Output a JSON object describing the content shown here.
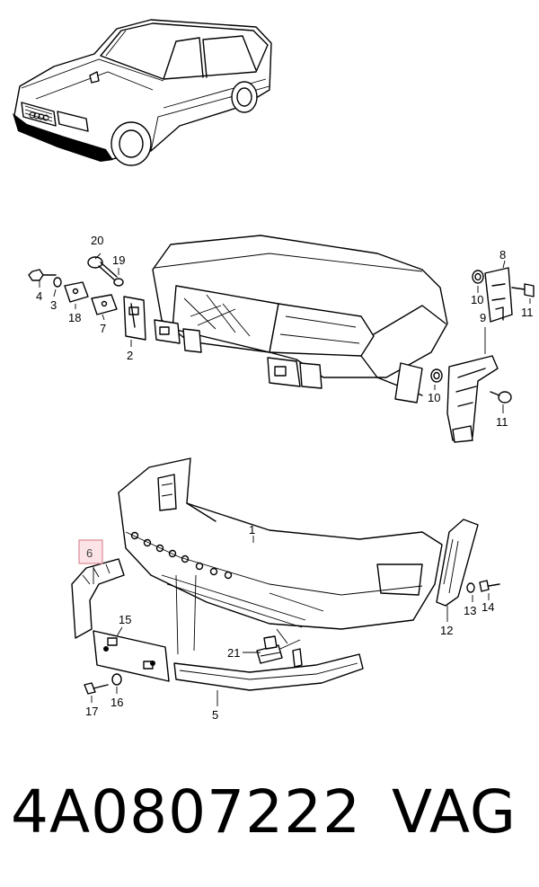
{
  "callouts": [
    {
      "id": "c20",
      "text": "20"
    },
    {
      "id": "c19",
      "text": "19"
    },
    {
      "id": "c4",
      "text": "4"
    },
    {
      "id": "c3",
      "text": "3"
    },
    {
      "id": "c18",
      "text": "18"
    },
    {
      "id": "c7",
      "text": "7"
    },
    {
      "id": "c2",
      "text": "2"
    },
    {
      "id": "c8",
      "text": "8"
    },
    {
      "id": "c10a",
      "text": "10"
    },
    {
      "id": "c11a",
      "text": "11"
    },
    {
      "id": "c9",
      "text": "9"
    },
    {
      "id": "c10b",
      "text": "10"
    },
    {
      "id": "c11b",
      "text": "11"
    },
    {
      "id": "c1",
      "text": "1"
    },
    {
      "id": "c6",
      "text": "6"
    },
    {
      "id": "c15",
      "text": "15"
    },
    {
      "id": "c13",
      "text": "13"
    },
    {
      "id": "c14",
      "text": "14"
    },
    {
      "id": "c12",
      "text": "12"
    },
    {
      "id": "c21",
      "text": "21"
    },
    {
      "id": "c17",
      "text": "17"
    },
    {
      "id": "c16",
      "text": "16"
    },
    {
      "id": "c5",
      "text": "5"
    }
  ],
  "highlighted_callout": "6",
  "footer": {
    "part_number": "4A0807222",
    "brand": "VAG"
  }
}
